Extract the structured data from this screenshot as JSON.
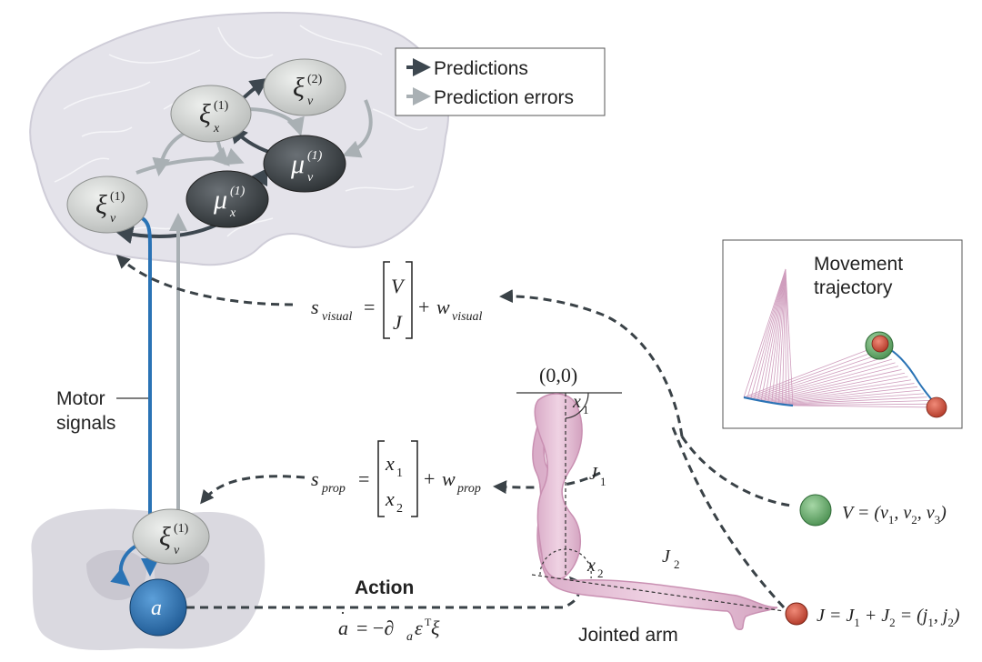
{
  "legend": {
    "predictions": "Predictions",
    "prediction_errors": "Prediction errors",
    "predictions_color": "#3d474f",
    "errors_color": "#a9b0b4"
  },
  "nodes": {
    "xi_v2": {
      "sym": "ξ",
      "sup": "(2)",
      "sub": "v"
    },
    "xi_x1": {
      "sym": "ξ",
      "sup": "(1)",
      "sub": "x"
    },
    "mu_v1": {
      "sym": "μ",
      "sup": "(1)",
      "sub": "v"
    },
    "mu_x1": {
      "sym": "μ",
      "sup": "(1)",
      "sub": "x"
    },
    "xi_v1_brain": {
      "sym": "ξ",
      "sup": "(1)",
      "sub": "v"
    },
    "xi_v1_spinal": {
      "sym": "ξ",
      "sup": "(1)",
      "sub": "v"
    },
    "action_node": "a"
  },
  "labels": {
    "motor_signals_1": "Motor",
    "motor_signals_2": "signals",
    "action": "Action",
    "origin": "(0,0)",
    "jointed_arm": "Jointed arm",
    "x1": "x",
    "x1_sub": "1",
    "x2": "x",
    "x2_sub": "2",
    "J1": "J",
    "J1_sub": "1",
    "J2": "J",
    "J2_sub": "2"
  },
  "equations": {
    "s_visual": {
      "lhs": "s",
      "lhs_sub": "visual",
      "top": "V",
      "bottom": "J",
      "noise": "w",
      "noise_sub": "visual"
    },
    "s_prop": {
      "lhs": "s",
      "lhs_sub": "prop",
      "top": "x",
      "top_sub": "1",
      "bottom": "x",
      "bottom_sub": "2",
      "noise": "w",
      "noise_sub": "prop"
    },
    "action_eq": {
      "lhs": "a",
      "rhs": "= −∂",
      "rhs_sub": "a",
      "eps": "ε",
      "eps_sup": "T",
      "xi": "ξ"
    },
    "V_def": {
      "text": "V = (v",
      "s1": "1",
      "c1": ", v",
      "s2": "2",
      "c2": ", v",
      "s3": "3",
      "end": ")"
    },
    "J_def": {
      "t1": "J = J",
      "s1": "1",
      "t2": " + J",
      "s2": "2",
      "t3": " = (j",
      "s3": "1",
      "t4": ", j",
      "s4": "2",
      "end": ")"
    }
  },
  "inset": {
    "title_1": "Movement",
    "title_2": "trajectory"
  },
  "colors": {
    "brain": "#e4e3ea",
    "spinal": "#d5d4dc",
    "node_light": "#d6d8d6",
    "node_dark": "#3f4448",
    "motor": "#2a73b5",
    "arm": "#e3bfd6",
    "target_green": "#6aac6e",
    "target_red": "#d9503f",
    "trajectory_lines": "#cf9dbd"
  }
}
